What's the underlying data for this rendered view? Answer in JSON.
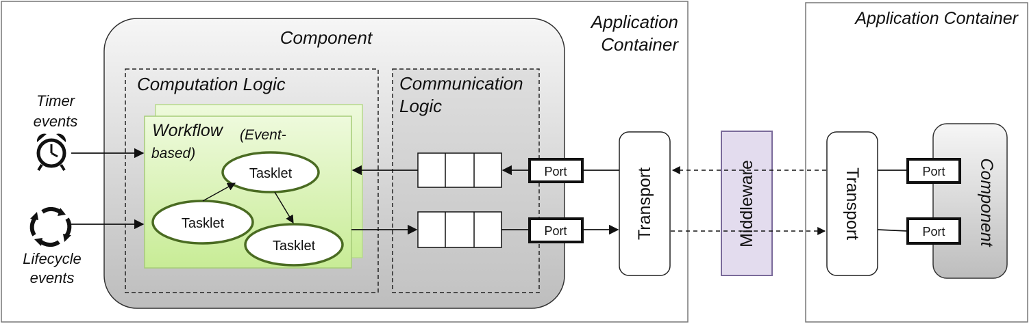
{
  "left_container": {
    "label_line1": "Application",
    "label_line2": "Container"
  },
  "right_container": {
    "label": "Application Container"
  },
  "component": {
    "label": "Component"
  },
  "computation_logic": {
    "label": "Computation Logic"
  },
  "communication_logic": {
    "label_line1": "Communication",
    "label_line2": "Logic"
  },
  "workflow": {
    "label": "Workflow",
    "sub_line1": "(Event-",
    "sub_line2": "based)"
  },
  "tasklets": [
    "Tasklet",
    "Tasklet",
    "Tasklet"
  ],
  "timer": {
    "line1": "Timer",
    "line2": "events"
  },
  "lifecycle": {
    "line1": "Lifecycle",
    "line2": "events"
  },
  "ports": {
    "left_in": "Port",
    "left_out": "Port",
    "right_top": "Port",
    "right_bottom": "Port"
  },
  "transport": {
    "left": "Transport",
    "right": "Transport"
  },
  "middleware": {
    "label": "Middleware"
  },
  "remote_component": {
    "label": "Component"
  },
  "colors": {
    "workflow_fill": "#d8f0b0",
    "tasklet_stroke": "#4a6b22",
    "middleware_fill": "#e3dcee",
    "middleware_stroke": "#7a6a9a"
  }
}
